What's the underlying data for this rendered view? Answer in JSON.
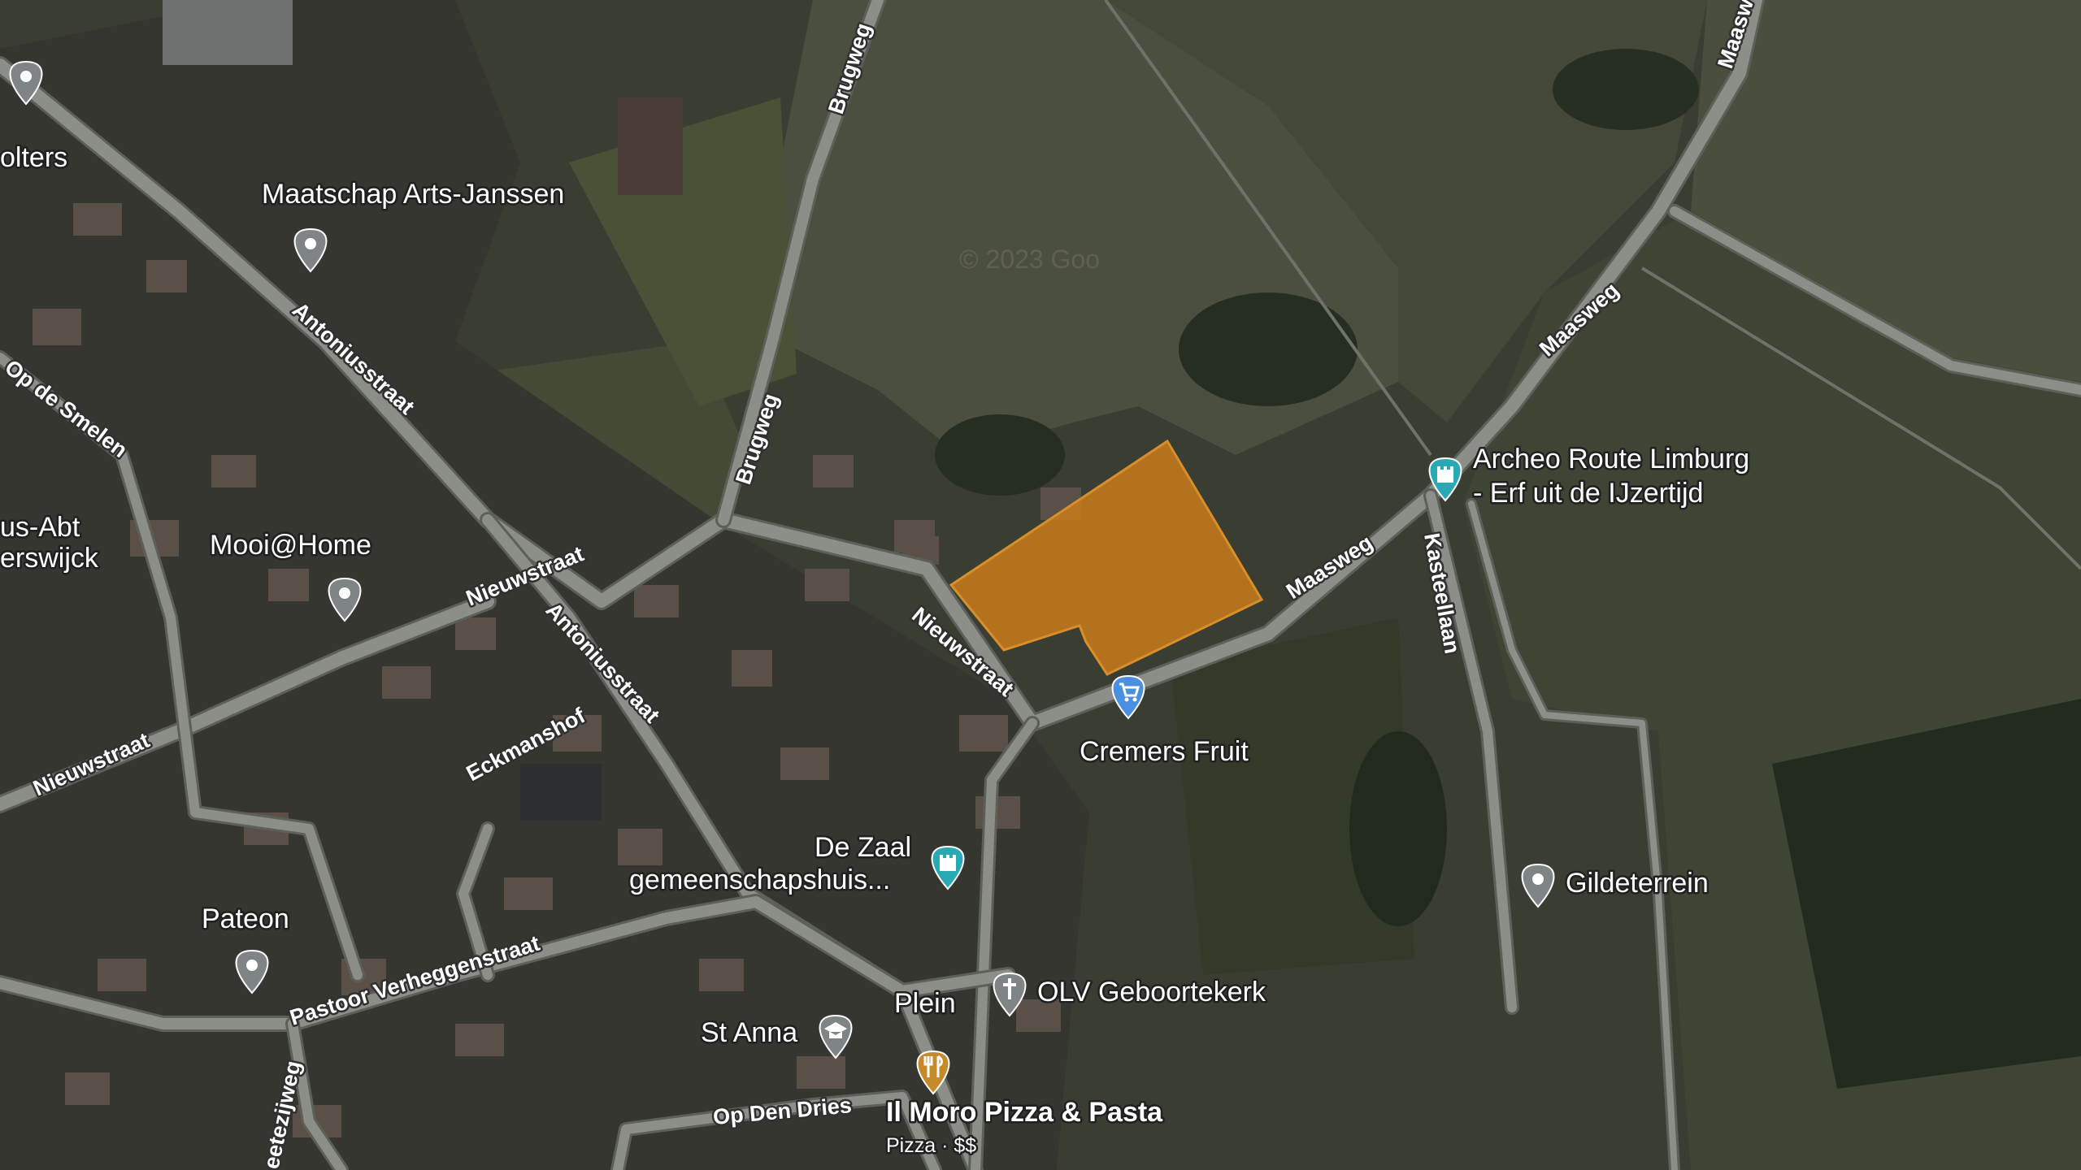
{
  "map": {
    "highlight_color": "#c57a1c",
    "marker_colors": {
      "generic": "#7f8487",
      "shop": "#4a8fe0",
      "museum": "#29a9b3",
      "religion": "#7f8487",
      "school": "#7f8487",
      "food": "#c68a2a"
    },
    "roads": {
      "brugweg_north": "Brugweg",
      "brugweg_south": "Brugweg",
      "antoniusstraat_north": "Antoniusstraat",
      "antoniusstraat_south": "Antoniusstraat",
      "op_de_smelen": "Op de Smelen",
      "nieuwstraat_west": "Nieuwstraat",
      "nieuwstraat_mid": "Nieuwstraat",
      "nieuwstraat_east": "Nieuwstraat",
      "eckmanshof": "Eckmanshof",
      "pastoor_verheggenstraat": "Pastoor Verheggenstraat",
      "op_den_dries": "Op Den Dries",
      "maasweg_south": "Maasweg",
      "maasweg_mid": "Maasweg",
      "maasweg_north": "Maasw",
      "kasteellaan": "Kasteellaan",
      "meetezijweg": "eetezijweg"
    },
    "places": {
      "wolters": "olters",
      "maatschap": "Maatschap Arts-Janssen",
      "us_abt_line1": "us-Abt",
      "us_abt_line2": "erswijck",
      "mooihome": "Mooi@Home",
      "archeo_line1": "Archeo Route Limburg",
      "archeo_line2": "- Erf uit de IJzertijd",
      "cremers": "Cremers Fruit",
      "dezaal_line1": "De Zaal",
      "dezaal_line2": "gemeenschapshuis...",
      "gildeterrein": "Gildeterrein",
      "pateon": "Pateon",
      "olv": "OLV Geboortekerk",
      "plein": "Plein",
      "st_anna": "St Anna",
      "il_moro": "Il Moro Pizza & Pasta",
      "il_moro_sub": "Pizza · $$"
    },
    "watermark": "© 2023 Goo"
  }
}
